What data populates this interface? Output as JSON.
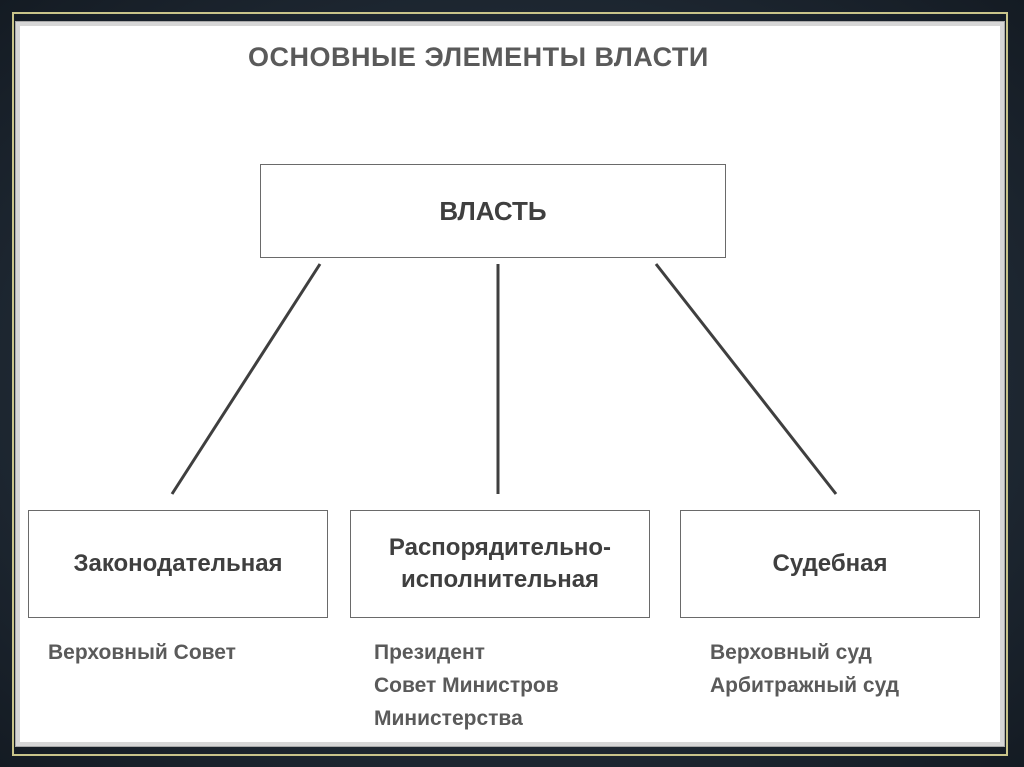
{
  "title": "ОСНОВНЫЕ ЭЛЕМЕНТЫ ВЛАСТИ",
  "root": {
    "label": "ВЛАСТЬ"
  },
  "branches": [
    {
      "label": "Законодательная",
      "items": [
        "Верховный Совет"
      ]
    },
    {
      "label": "Распорядительно-\nисполнительная",
      "items": [
        "Президент",
        "Совет Министров",
        "Министерства"
      ]
    },
    {
      "label": "Судебная",
      "items": [
        "Верховный суд",
        "Арбитражный суд"
      ]
    }
  ],
  "colors": {
    "line": "#3f3f3f",
    "box_border": "#6a6a6a",
    "text": "#3f3f3f",
    "title": "#5a5a5a"
  }
}
